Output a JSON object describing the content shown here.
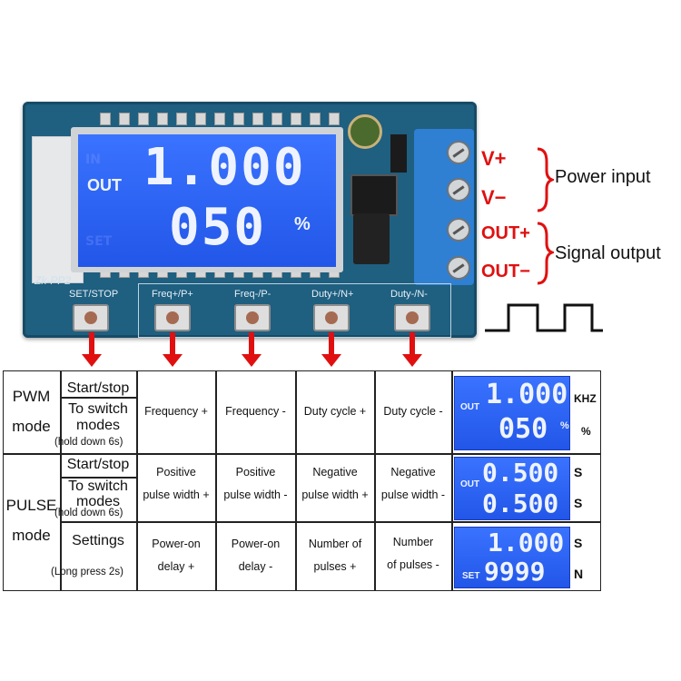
{
  "board": {
    "model": "Zk-PP2",
    "lcd_line1": "1.000",
    "lcd_line2": "050",
    "lcd_out": "OUT",
    "lcd_unit": "%",
    "buttons": [
      "SET/STOP",
      "Freq+/P+",
      "Freq-/P-",
      "Duty+/N+",
      "Duty-/N-"
    ]
  },
  "terminals": {
    "vplus": "V+",
    "vminus": "V−",
    "outplus": "OUT+",
    "outminus": "OUT−",
    "power_label": "Power input",
    "signal_label": "Signal output"
  },
  "table": {
    "pwm": {
      "mode_line1": "PWM",
      "mode_line2": "mode",
      "startstop": "Start/stop",
      "switch_line1": "To switch",
      "switch_line2": "modes",
      "switch_note": "(hold down 6s)",
      "cols": [
        "Frequency +",
        "Frequency -",
        "Duty cycle +",
        "Duty cycle -"
      ],
      "lcd": {
        "out": "OUT",
        "line1": "1.000",
        "line2": "050",
        "unit_pct": "%",
        "unit1": "KHZ",
        "unit2": "%"
      }
    },
    "pulse": {
      "mode_line1": "PULSE",
      "mode_line2": "mode",
      "startstop": "Start/stop",
      "switch_line1": "To switch",
      "switch_line2": "modes",
      "switch_note": "(hold down 6s)",
      "cols": [
        [
          "Positive",
          "pulse width +"
        ],
        [
          "Positive",
          "pulse width -"
        ],
        [
          "Negative",
          "pulse width +"
        ],
        [
          "Negative",
          "pulse width -"
        ]
      ],
      "lcd": {
        "out": "OUT",
        "line1": "0.500",
        "line2": "0.500",
        "unit1": "S",
        "unit2": "S"
      }
    },
    "settings": {
      "label": "Settings",
      "note": "(Long press 2s)",
      "cols": [
        [
          "Power-on",
          "delay +"
        ],
        [
          "Power-on",
          "delay -"
        ],
        [
          "Number of",
          "pulses +"
        ],
        [
          "Number",
          "of pulses -"
        ]
      ],
      "lcd": {
        "set": "SET",
        "line1": "1.000",
        "line2": "9999",
        "unit1": "S",
        "unit2": "N"
      }
    }
  }
}
